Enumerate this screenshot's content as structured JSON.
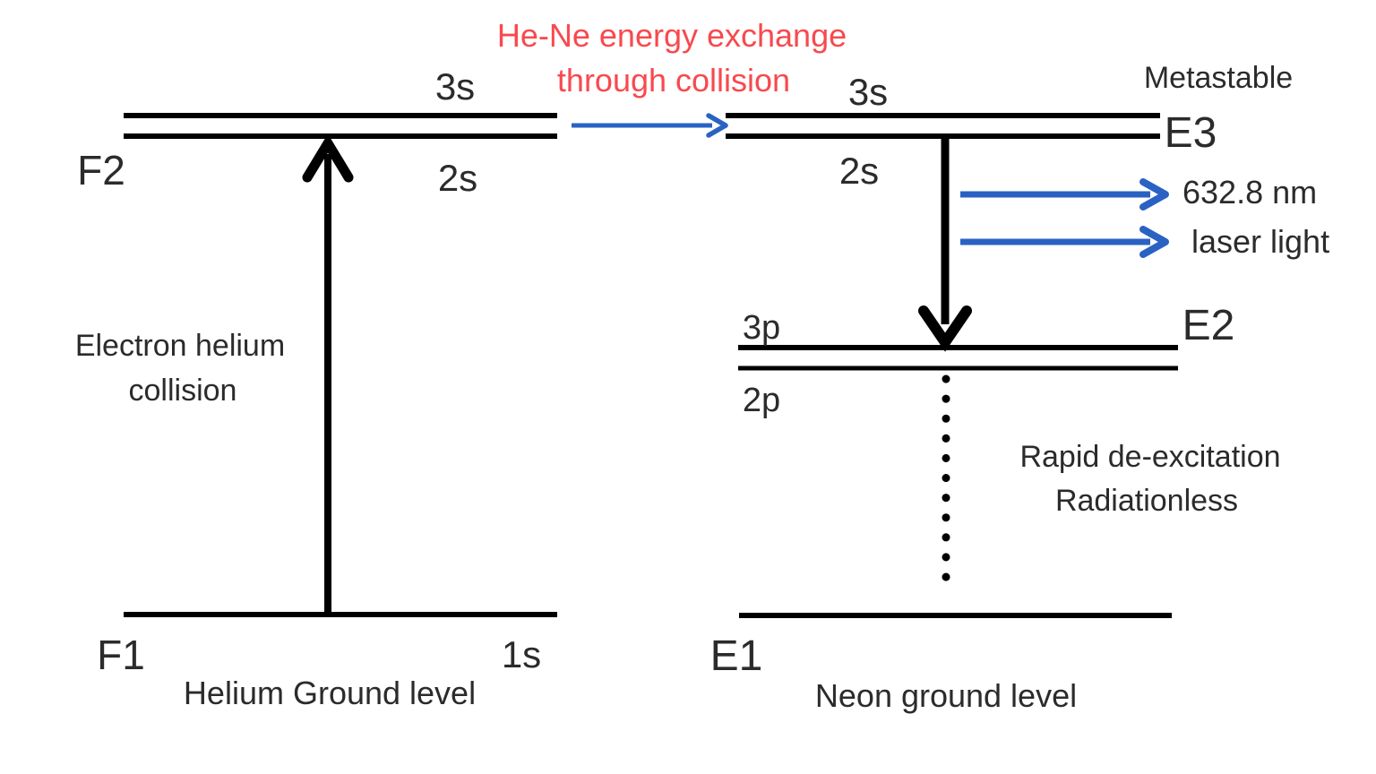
{
  "colors": {
    "red": "#f8494e",
    "blue": "#2a62c3",
    "line": "#000000",
    "text": "#2b2b2b"
  },
  "title": {
    "line1": "He-Ne energy exchange",
    "line2": "through collision"
  },
  "helium": {
    "level_3s": "3s",
    "level_2s": "2s",
    "level_1s": "1s",
    "f2_label": "F2",
    "f1_label": "F1",
    "excitation_line1": "Electron helium",
    "excitation_line2": "collision",
    "ground_caption": "Helium Ground level"
  },
  "neon": {
    "level_3s": "3s",
    "level_2s": "2s",
    "level_3p": "3p",
    "level_2p": "2p",
    "e3_label": "E3",
    "e2_label": "E2",
    "e1_label": "E1",
    "metastable": "Metastable",
    "wavelength": "632.8 nm",
    "laser": "laser light",
    "deexcitation_line1": "Rapid de-excitation",
    "deexcitation_line2": "Radiationless",
    "ground_caption": "Neon ground level"
  }
}
